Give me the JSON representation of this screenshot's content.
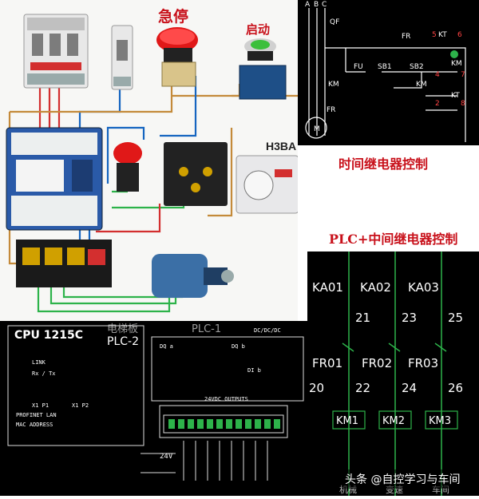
{
  "labels": {
    "emergency_stop": "急停",
    "start": "启动",
    "timer_model": "H3BA",
    "timer_relay_control": "时间继电器控制",
    "plc_relay_control": "PLC+中间继电器控制"
  },
  "timer_circuit": {
    "phases": [
      "A",
      "B",
      "C"
    ],
    "qf": "QF",
    "fr": "FR",
    "kt1": "KT",
    "n5": "5",
    "n6": "6",
    "fu": "FU",
    "sb1": "SB1",
    "sb2": "SB2",
    "km_main": "KM",
    "km_aux": "KM",
    "km_coil": "KM",
    "kt_coil": "KT",
    "n4": "4",
    "n7": "7",
    "n8": "8",
    "n2": "2",
    "fr_bottom": "FR",
    "m": "M"
  },
  "plc": {
    "cpu": "CPU 1215C",
    "legacy": "电梯板",
    "name": "PLC-2",
    "header": "PLC-1",
    "type": "DC/DC/DC",
    "line1": "LINK",
    "line2": "Rx / Tx",
    "x1": "X1 P1",
    "x2": "X1 P2",
    "profinet": "PROFINET LAN",
    "mac": "MAC ADDRESS",
    "outputs": "24VDC OUTPUTS",
    "dq_a": "DQ a",
    "dq_b": "DQ b",
    "label_24": "24V",
    "input_tag": "DI b"
  },
  "ladder": {
    "relays": [
      "KA01",
      "KA02",
      "KA03"
    ],
    "wires_top": [
      "21",
      "23",
      "25"
    ],
    "fr": [
      "FR01",
      "FR02",
      "FR03"
    ],
    "wires_bottom": [
      "20",
      "22",
      "24",
      "26"
    ],
    "coils": [
      "KM1",
      "KM2",
      "KM3"
    ],
    "footer": [
      "机械",
      "变速",
      "车间"
    ]
  },
  "watermark": "头条 @自控学习与车间",
  "colors": {
    "red_label": "#c8101a",
    "panel_bg": "#000000",
    "wire_green": "#2db34a",
    "wire_blue": "#1565c0",
    "wire_red": "#d32f2f",
    "wire_brown": "#c48a3a"
  }
}
